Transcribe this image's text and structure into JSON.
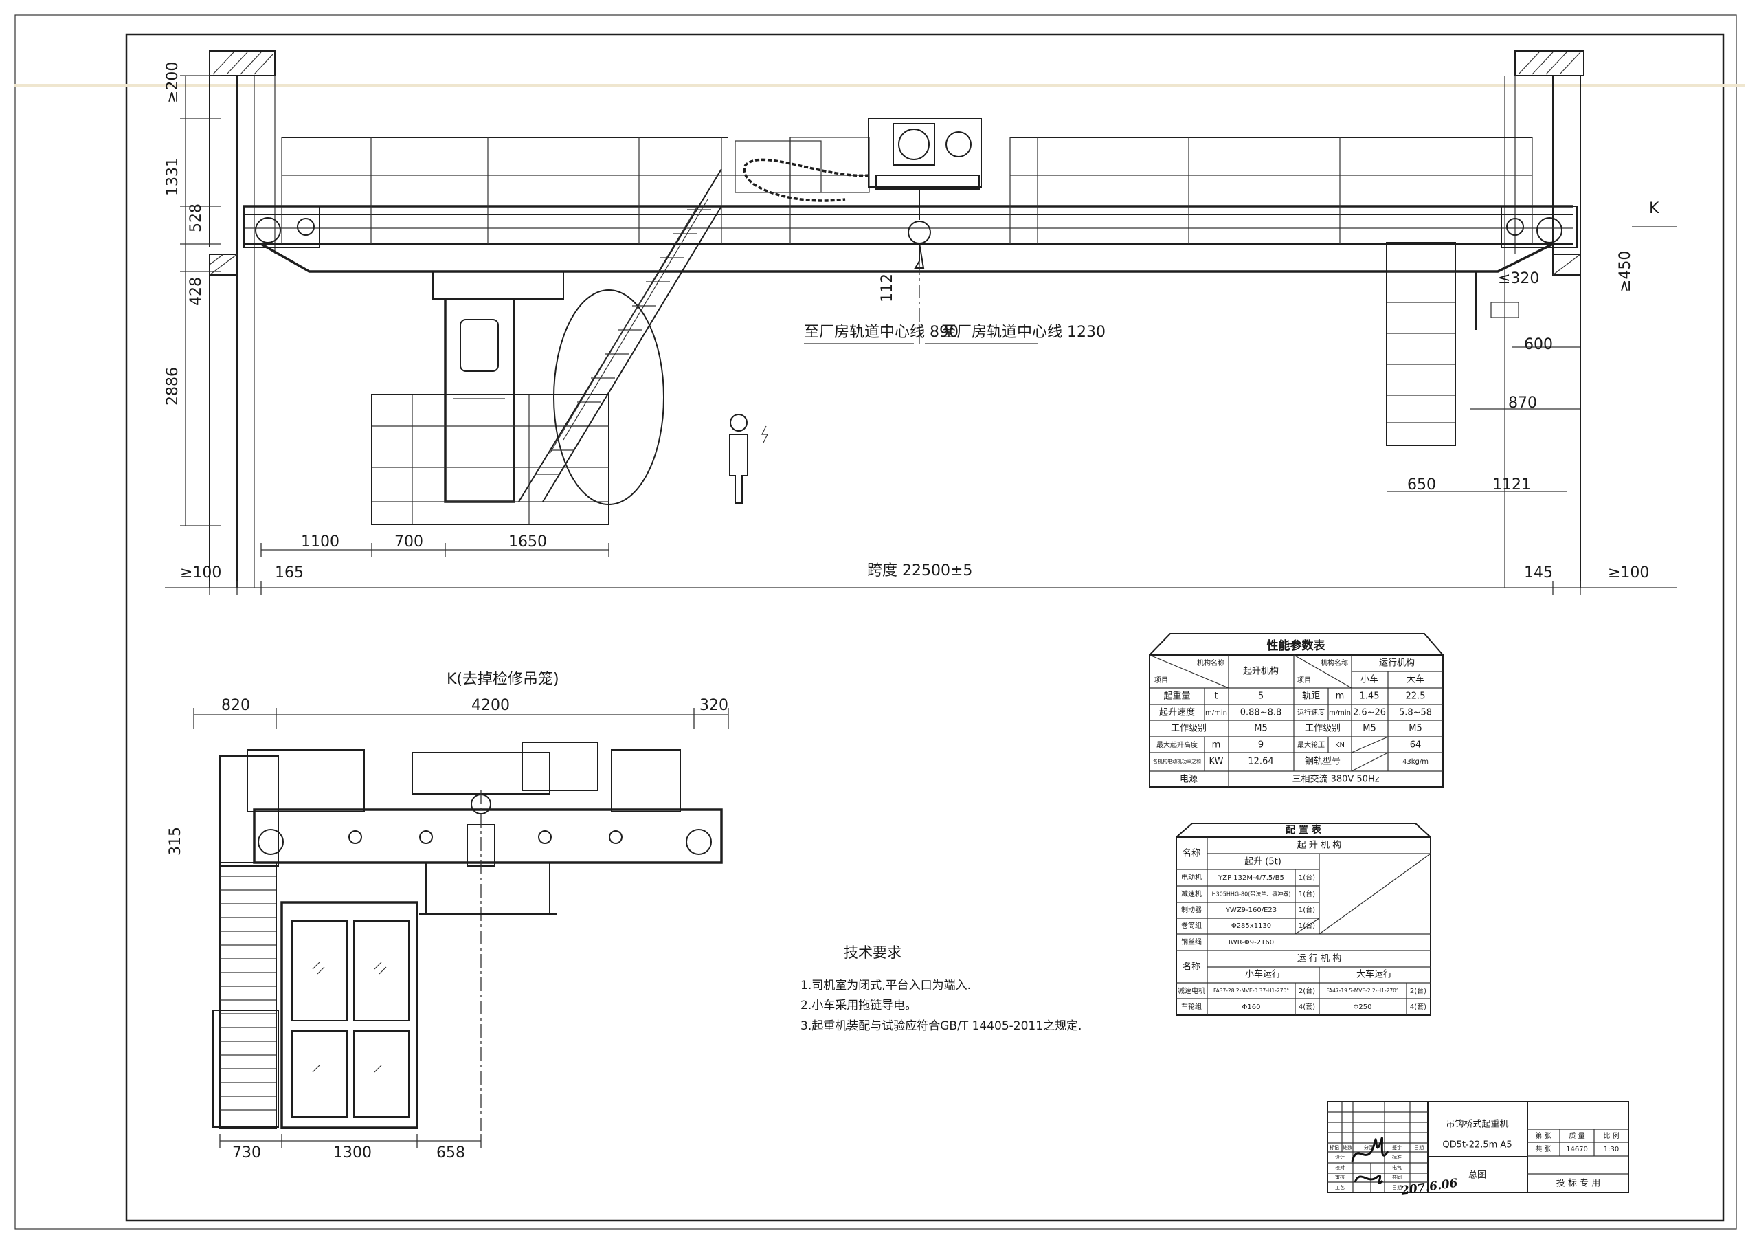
{
  "elevation": {
    "dims": {
      "v_200": "≥200",
      "v_1331": "1331",
      "v_528": "528",
      "v_428": "428",
      "v_2886": "2886",
      "v_112": "112",
      "view_k": "K",
      "le_320": "≤320",
      "ge_450": "≥450",
      "d_600": "600",
      "d_870": "870",
      "d_650": "650",
      "d_1121": "1121",
      "d_1100": "1100",
      "d_700": "700",
      "d_1650": "1650",
      "ge_100_left": "≥100",
      "d_165": "165",
      "span": "跨度 22500±5",
      "d_145": "145",
      "ge_100_right": "≥100",
      "rail_left": "至厂房轨道中心线 890",
      "rail_right": "至厂房轨道中心线 1230"
    }
  },
  "side_view": {
    "title": "K(去掉检修吊笼)",
    "dims": {
      "d_820": "820",
      "d_4200": "4200",
      "d_320": "320",
      "d_315": "315",
      "d_730": "730",
      "d_1300": "1300",
      "d_658": "658"
    }
  },
  "performance_table": {
    "title": "性能参数表",
    "header": {
      "mech_name": "机构名称",
      "item": "项目",
      "hoist": "起升机构",
      "travel": "运行机构",
      "trolley": "小车",
      "crane": "大车"
    },
    "rows": [
      [
        "起重量",
        "t",
        "5",
        "轨距",
        "m",
        "1.45",
        "22.5"
      ],
      [
        "起升速度",
        "m/min",
        "0.88~8.8",
        "运行速度",
        "m/min",
        "2.6~26",
        "5.8~58"
      ],
      [
        "工作级别",
        "",
        "M5",
        "工作级别",
        "",
        "M5",
        "M5"
      ],
      [
        "最大起升高度",
        "m",
        "9",
        "最大轮压",
        "KN",
        "",
        "64"
      ],
      [
        "各机构电动机功率之和",
        "KW",
        "12.64",
        "钢轨型号",
        "",
        "",
        "43kg/m"
      ],
      [
        "电源",
        "三相交流 380V 50Hz"
      ]
    ]
  },
  "config_table": {
    "title": "配 置 表",
    "name": "名称",
    "hoist_mech": "起 升 机 构",
    "hoist_sub": "起升 (5t)",
    "hoist_rows": [
      [
        "电动机",
        "YZP 132M-4/7.5/B5",
        "1(台)"
      ],
      [
        "减速机",
        "H305HHG-80(带法兰、缓冲器)",
        "1(台)"
      ],
      [
        "制动器",
        "YWZ9-160/E23",
        "1(台)"
      ],
      [
        "卷筒组",
        "Φ285x1130",
        "1(台)"
      ],
      [
        "钢丝绳",
        "IWR-Φ9-2160",
        ""
      ]
    ],
    "travel_mech": "运 行 机 构",
    "trolley_travel": "小车运行",
    "crane_travel": "大车运行",
    "travel_rows": [
      [
        "减速电机",
        "FA37-28.2-MVE-0.37-H1-270°",
        "2(台)",
        "FA47-19.5-MVE-2.2-H1-270°",
        "2(台)"
      ],
      [
        "车轮组",
        "Φ160",
        "4(套)",
        "Φ250",
        "4(套)"
      ]
    ]
  },
  "tech_requirements": {
    "title": "技术要求",
    "items": [
      "1.司机室为闭式,平台入口为端入.",
      "2.小车采用拖链导电。",
      "3.起重机装配与试验应符合GB/T 14405-2011之规定."
    ]
  },
  "title_block": {
    "product": "吊钩桥式起重机",
    "model": "QD5t-22.5m  A5",
    "drawing": "总图",
    "sheet_label": "第  张",
    "weight_label": "质 量",
    "scale_label": "比 例",
    "total_label": "共  张",
    "weight": "14670",
    "scale": "1:30",
    "usage": "投 标 专 用",
    "rev_headers": [
      "标记",
      "处数",
      "分区",
      "签字",
      "日期"
    ],
    "roles_left": [
      "设计",
      "校对",
      "审核",
      "工艺"
    ],
    "roles_right": [
      "标准",
      "电气",
      "共同",
      "日期"
    ],
    "signature_date": "207.6.06"
  }
}
